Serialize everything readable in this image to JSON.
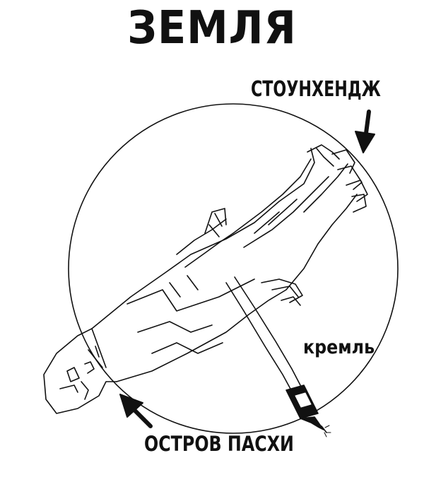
{
  "title": "ЗЕМЛЯ",
  "labels": {
    "stonehenge": "СТОУНХЕНДЖ",
    "kremlin": "кремль",
    "easter_island": "ОСТРОВ ПАСХИ"
  },
  "colors": {
    "ink": "#111111",
    "background": "#ffffff"
  }
}
